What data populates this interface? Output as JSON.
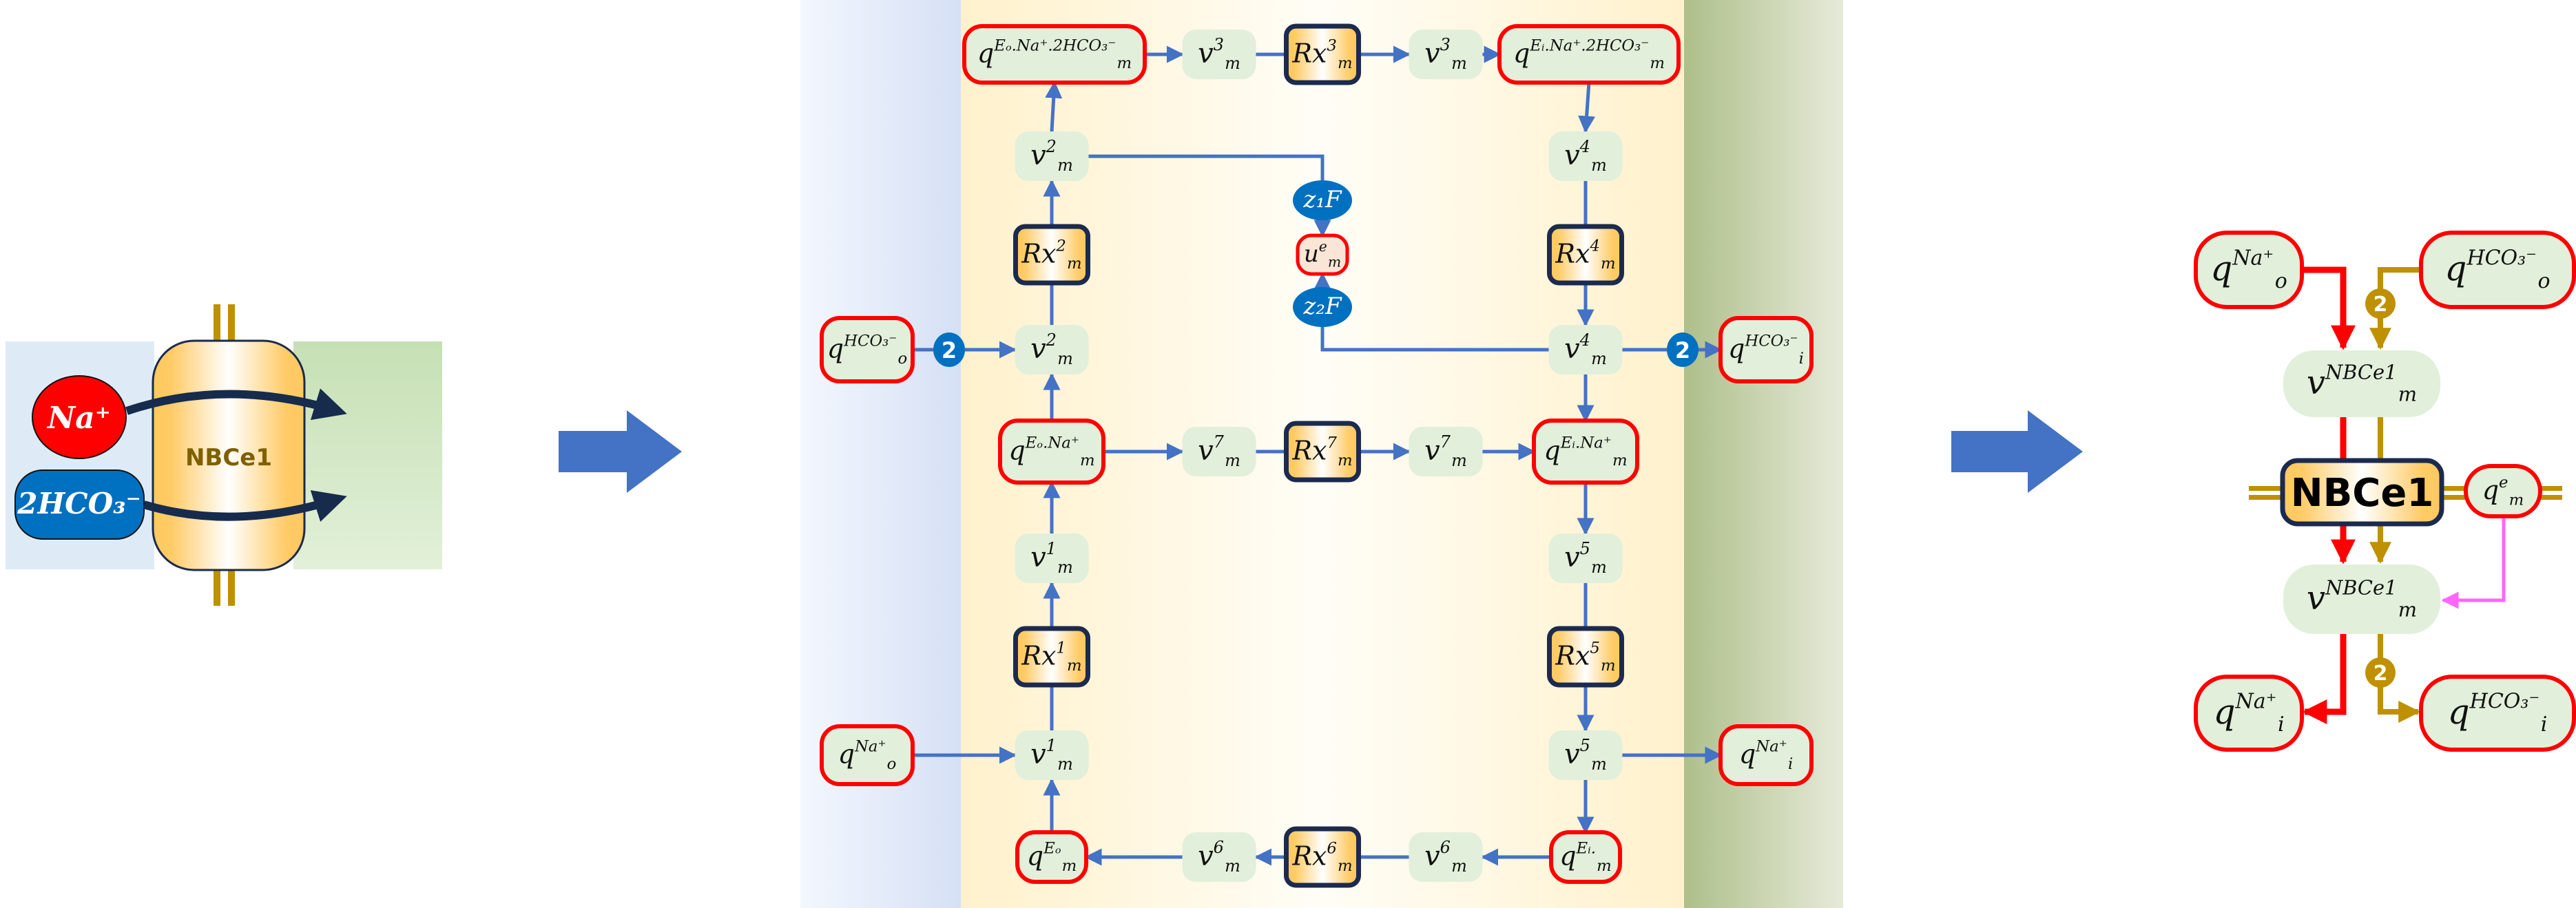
{
  "colors": {
    "flow": "#4472c4",
    "na": "#ff0000",
    "hco3": "#bf9000",
    "charge": "#ff66ff",
    "node_fill": "#e2efda",
    "node_border": "#ff0000",
    "rx_border": "#1b2a4e",
    "coef_blue": "#0070c0",
    "arrow_big": "#4472c4"
  },
  "left_panel": {
    "ion_na": "Na⁺",
    "ion_hco3": "2HCO₃⁻",
    "transporter": "NBCe1"
  },
  "middle_panel": {
    "nodes": {
      "q_EoNa2HCO3": {
        "base": "q",
        "sub": "m",
        "sup": "Eₒ.Na⁺.2HCO₃⁻"
      },
      "v3a": {
        "base": "v",
        "sub": "m",
        "sup": "3"
      },
      "Rx3": {
        "base": "Rx",
        "sub": "m",
        "sup": "3"
      },
      "v3b": {
        "base": "v",
        "sub": "m",
        "sup": "3"
      },
      "q_EiNa2HCO3": {
        "base": "q",
        "sub": "m",
        "sup": "Eᵢ.Na⁺.2HCO₃⁻"
      },
      "v2a": {
        "base": "v",
        "sub": "m",
        "sup": "2"
      },
      "v4a": {
        "base": "v",
        "sub": "m",
        "sup": "4"
      },
      "z1F": {
        "base": "z₁F",
        "sub": "",
        "sup": ""
      },
      "u_e": {
        "base": "u",
        "sub": "m",
        "sup": "e"
      },
      "z2F": {
        "base": "z₂F",
        "sub": "",
        "sup": ""
      },
      "Rx2": {
        "base": "Rx",
        "sub": "m",
        "sup": "2"
      },
      "Rx4": {
        "base": "Rx",
        "sub": "m",
        "sup": "4"
      },
      "q_o_HCO3": {
        "base": "q",
        "sub": "o",
        "sup": "HCO₃⁻"
      },
      "coef_in": {
        "base": "2",
        "sub": "",
        "sup": ""
      },
      "v2b": {
        "base": "v",
        "sub": "m",
        "sup": "2"
      },
      "v4b": {
        "base": "v",
        "sub": "m",
        "sup": "4"
      },
      "coef_out": {
        "base": "2",
        "sub": "",
        "sup": ""
      },
      "q_i_HCO3": {
        "base": "q",
        "sub": "i",
        "sup": "HCO₃⁻"
      },
      "q_EoNa": {
        "base": "q",
        "sub": "m",
        "sup": "Eₒ.Na⁺"
      },
      "v7a": {
        "base": "v",
        "sub": "m",
        "sup": "7"
      },
      "Rx7": {
        "base": "Rx",
        "sub": "m",
        "sup": "7"
      },
      "v7b": {
        "base": "v",
        "sub": "m",
        "sup": "7"
      },
      "q_EiNa": {
        "base": "q",
        "sub": "m",
        "sup": "Eᵢ.Na⁺"
      },
      "v1a": {
        "base": "v",
        "sub": "m",
        "sup": "1"
      },
      "v5a": {
        "base": "v",
        "sub": "m",
        "sup": "5"
      },
      "Rx1": {
        "base": "Rx",
        "sub": "m",
        "sup": "1"
      },
      "Rx5": {
        "base": "Rx",
        "sub": "m",
        "sup": "5"
      },
      "q_o_Na": {
        "base": "q",
        "sub": "o",
        "sup": "Na⁺"
      },
      "v1b": {
        "base": "v",
        "sub": "m",
        "sup": "1"
      },
      "v5b": {
        "base": "v",
        "sub": "m",
        "sup": "5"
      },
      "q_i_Na": {
        "base": "q",
        "sub": "i",
        "sup": "Na⁺"
      },
      "q_Eo": {
        "base": "q",
        "sub": "m",
        "sup": "Eₒ"
      },
      "v6a": {
        "base": "v",
        "sub": "m",
        "sup": "6"
      },
      "Rx6": {
        "base": "Rx",
        "sub": "m",
        "sup": "6"
      },
      "v6b": {
        "base": "v",
        "sub": "m",
        "sup": "6"
      },
      "q_Ei": {
        "base": "q",
        "sub": "m",
        "sup": "Eᵢ."
      }
    }
  },
  "right_panel": {
    "nodes": {
      "q_o_Na": {
        "base": "q",
        "sub": "o",
        "sup": "Na⁺"
      },
      "q_o_HCO3": {
        "base": "q",
        "sub": "o",
        "sup": "HCO₃⁻"
      },
      "v_top": {
        "base": "v",
        "sub": "m",
        "sup": "NBCe1"
      },
      "transporter": {
        "base": "NBCe1",
        "sub": "",
        "sup": ""
      },
      "q_e": {
        "base": "q",
        "sub": "m",
        "sup": "e"
      },
      "v_bottom": {
        "base": "v",
        "sub": "m",
        "sup": "NBCe1"
      },
      "q_i_Na": {
        "base": "q",
        "sub": "i",
        "sup": "Na⁺"
      },
      "q_i_HCO3": {
        "base": "q",
        "sub": "i",
        "sup": "HCO₃⁻"
      },
      "coef_in": {
        "base": "2",
        "sub": "",
        "sup": ""
      },
      "coef_out": {
        "base": "2",
        "sub": "",
        "sup": ""
      }
    }
  }
}
